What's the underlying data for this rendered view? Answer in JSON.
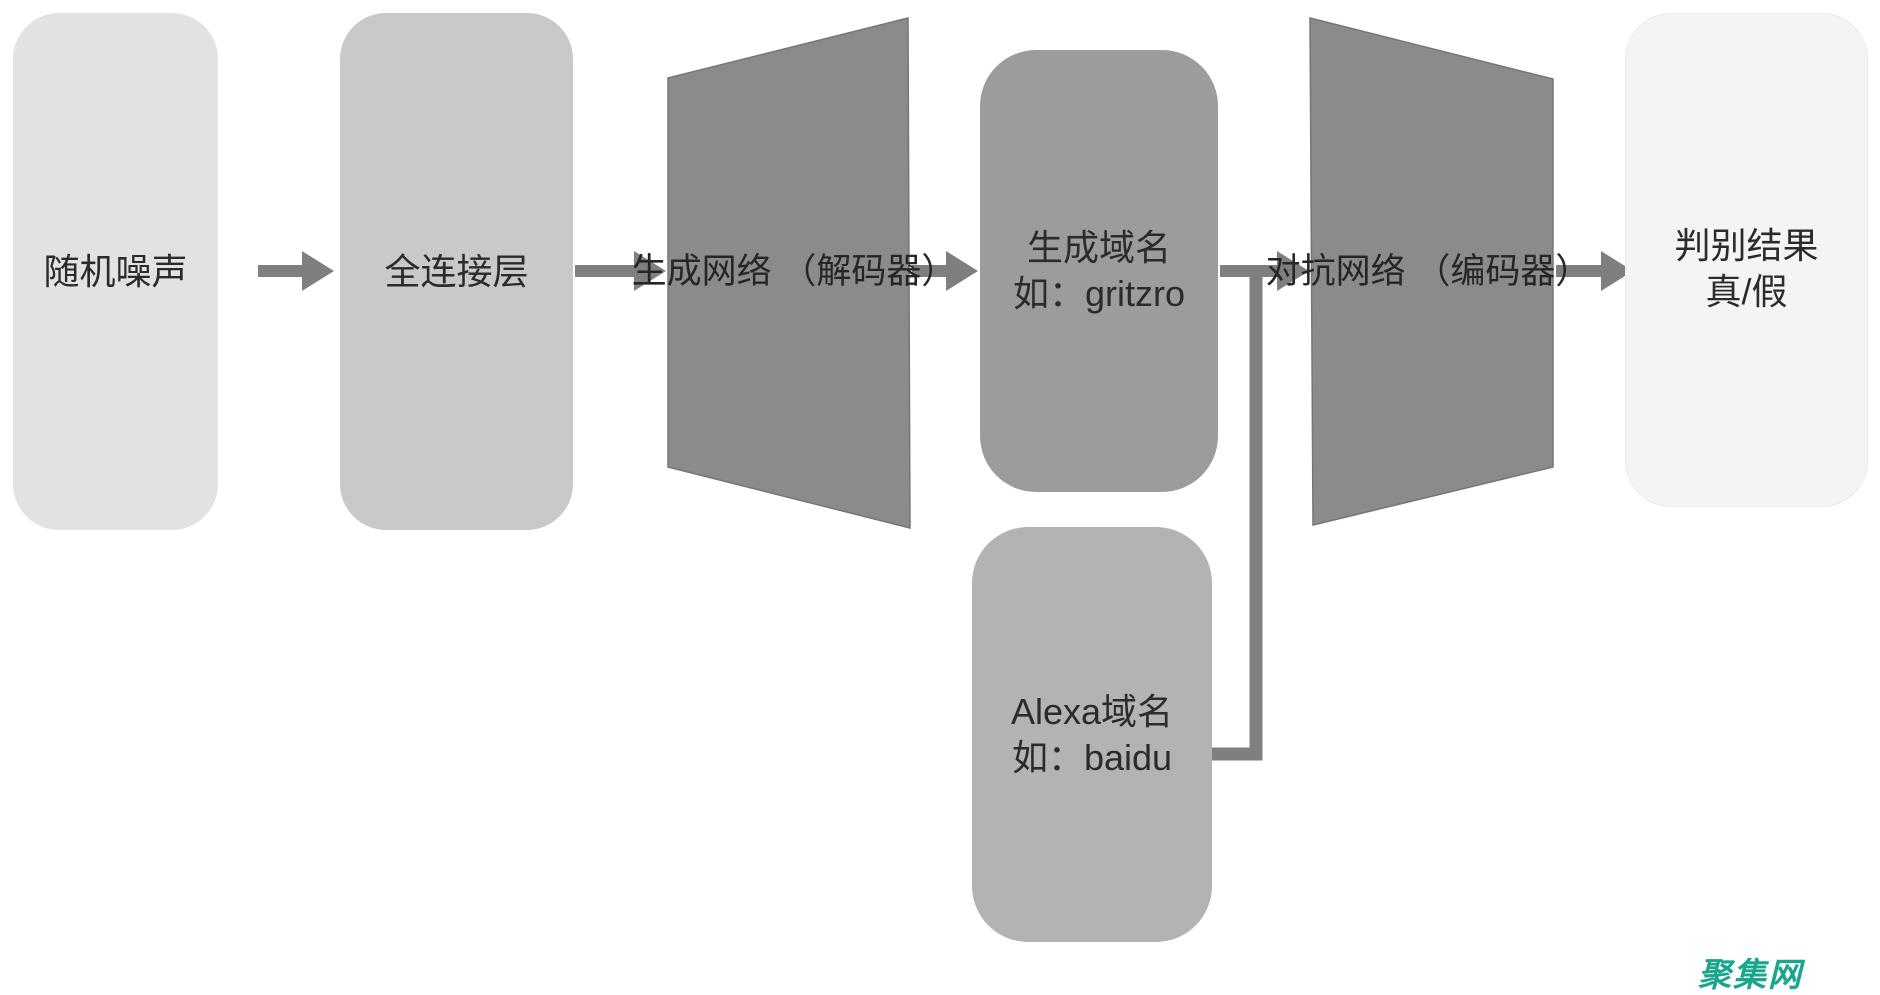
{
  "diagram": {
    "description": "GAN-based domain name generation flowchart",
    "background_color": "#ffffff",
    "text_color": "#2b2b2b",
    "arrow_color": "#7f7f7f",
    "nodes": {
      "random_noise": {
        "line1": "随机噪声",
        "shape": "rounded-rect",
        "fill": "#e2e2e2"
      },
      "fc_layer": {
        "line1": "全连接层",
        "shape": "rounded-rect",
        "fill": "#c9c9c9"
      },
      "generator": {
        "line1": "生成网络",
        "line2": "（解码器）",
        "shape": "trapezoid-expanding",
        "fill": "#8b8b8b"
      },
      "generated_domain": {
        "line1": "生成域名",
        "line2": "如：gritzro",
        "shape": "rounded-rect",
        "fill": "#9c9c9c"
      },
      "alexa_domain": {
        "line1": "Alexa域名",
        "line2": "如：baidu",
        "shape": "rounded-rect",
        "fill": "#b3b3b3"
      },
      "adversarial": {
        "line1": "对抗网络",
        "line2": "（编码器）",
        "shape": "trapezoid-contracting",
        "fill": "#8b8b8b"
      },
      "result": {
        "line1": "判别结果",
        "line2": "真/假",
        "shape": "rounded-rect",
        "fill": "#f4f4f4"
      }
    },
    "edges": [
      {
        "from": "random_noise",
        "to": "fc_layer"
      },
      {
        "from": "fc_layer",
        "to": "generator"
      },
      {
        "from": "generator",
        "to": "generated_domain"
      },
      {
        "from": "generated_domain",
        "to": "adversarial"
      },
      {
        "from": "alexa_domain",
        "to": "adversarial",
        "style": "elbow-merge"
      },
      {
        "from": "adversarial",
        "to": "result"
      }
    ]
  },
  "watermark": {
    "text": "聚集网",
    "color": "#1aa68c"
  }
}
